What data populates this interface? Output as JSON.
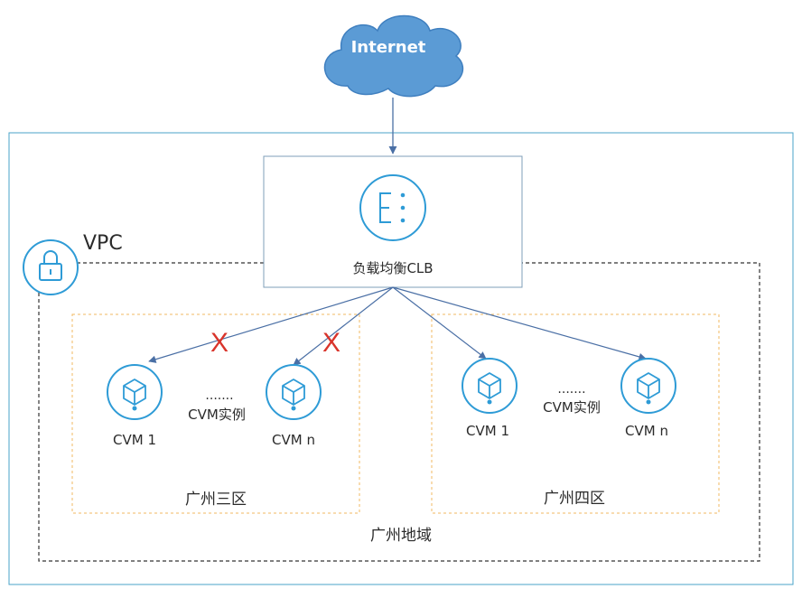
{
  "internet": {
    "label": "Internet",
    "color": "#5b9bd5"
  },
  "vpc": {
    "label": "VPC",
    "icon": "lock-icon"
  },
  "clb": {
    "label": "负载均衡CLB",
    "icon": "load-balancer-icon"
  },
  "region": {
    "label": "广州地域"
  },
  "zones": [
    {
      "label": "广州三区",
      "cvm_first": "CVM 1",
      "cvm_last": "CVM n",
      "dots": ".......",
      "instances_label": "CVM实例",
      "failed": true
    },
    {
      "label": "广州四区",
      "cvm_first": "CVM 1",
      "cvm_last": "CVM n",
      "dots": ".......",
      "instances_label": "CVM实例",
      "failed": false
    }
  ],
  "failure_mark": "X",
  "colors": {
    "accent": "#2e9bd6",
    "arrow": "#4a6fa5",
    "zone_border": "#f0b860",
    "failure": "#d9342b",
    "outer_border": "#4aa3c8"
  }
}
